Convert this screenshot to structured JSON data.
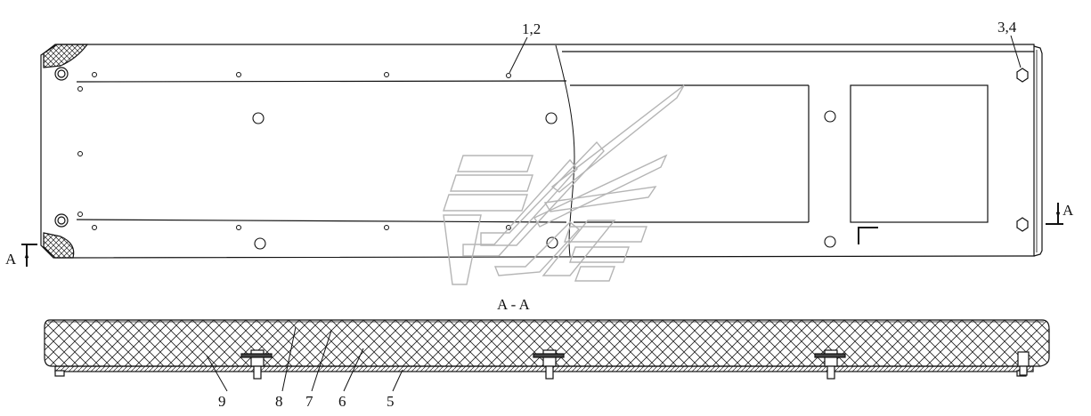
{
  "labels": {
    "callout_top_left": "1,2",
    "callout_top_right": "3,4",
    "section_mark_left": "A",
    "section_mark_right": "A",
    "section_title": "A - A",
    "part_9": "9",
    "part_8": "8",
    "part_7": "7",
    "part_6": "6",
    "part_5": "5"
  },
  "colors": {
    "line": "#111111",
    "watermark": "#b5b5b5",
    "background": "#ffffff"
  }
}
